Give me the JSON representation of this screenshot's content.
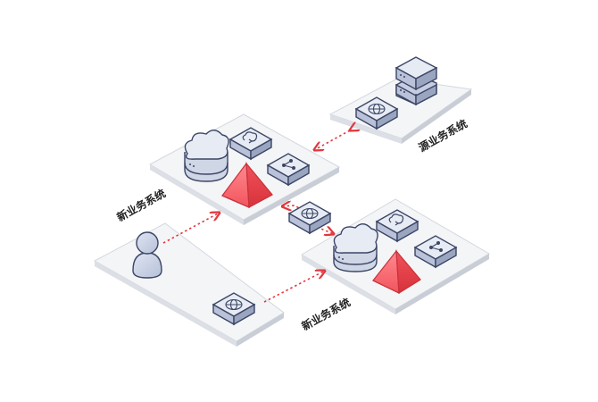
{
  "labels": {
    "new_system_top": "新业务系统",
    "old_system": "源业务系统",
    "new_system_bottom": "新业务系统"
  },
  "colors": {
    "platform_top": "#f4f5f7",
    "platform_side": "#dcdfe5",
    "box_face": "#e7ebf4",
    "box_stroke": "#3b4565",
    "pyramid_red": "#f05a63",
    "arrow_red": "#e2363d"
  },
  "icons": [
    "user-icon",
    "cloud-database-icon",
    "cloud-sync-icon",
    "share-icon",
    "globe-icon",
    "server-stack-icon",
    "pyramid-icon"
  ]
}
